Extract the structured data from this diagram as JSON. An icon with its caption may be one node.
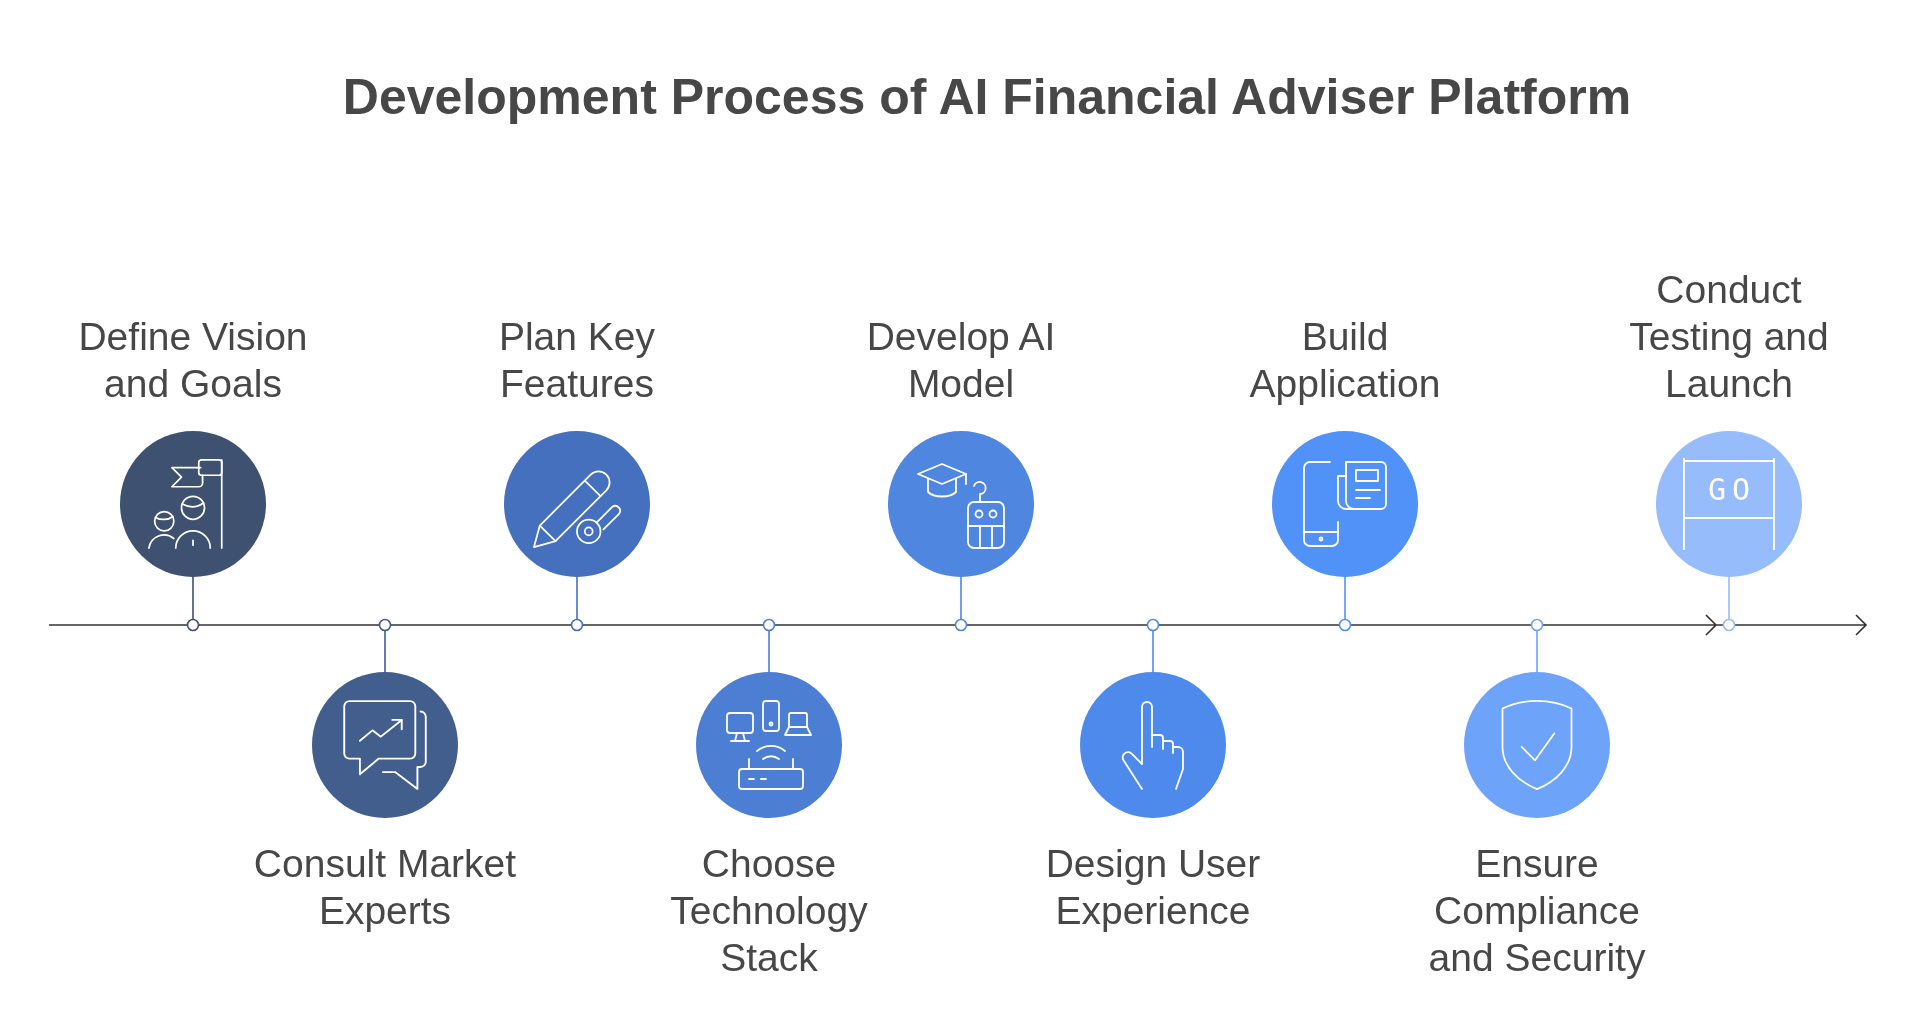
{
  "diagram": {
    "title": "Development Process of AI Financial Adviser Platform",
    "nodes": [
      {
        "text": [
          "Define Vision and Goals"
        ]
      },
      {
        "text": [
          "Consult Market Experts"
        ]
      },
      {
        "text": [
          "Plan Key Features"
        ]
      },
      {
        "text": [
          "Choose Technology Stack"
        ]
      },
      {
        "text": [
          "Develop AI Model"
        ]
      },
      {
        "text": [
          "Design User Experience"
        ]
      },
      {
        "text": [
          "Build Application"
        ]
      },
      {
        "text": [
          "Ensure Compliance and Security"
        ]
      },
      {
        "text": [
          "Conduct Testing and Launch"
        ]
      }
    ],
    "edges": [
      {
        "from": 0,
        "to": null,
        "arrow": "other",
        "color": "#3e5170"
      },
      {
        "from": 1,
        "to": null,
        "arrow": "other",
        "color": "#415e8d"
      },
      {
        "from": 2,
        "to": null,
        "arrow": "other",
        "color": "#4470be"
      },
      {
        "from": 3,
        "to": null,
        "arrow": "other",
        "color": "#4c7fd4"
      },
      {
        "from": 4,
        "to": null,
        "arrow": "other",
        "color": "#4f86e0"
      },
      {
        "from": 5,
        "to": null,
        "arrow": "other",
        "color": "#4e8aec"
      },
      {
        "from": 6,
        "to": null,
        "arrow": "other",
        "color": "#5092f8"
      },
      {
        "from": 7,
        "to": null,
        "arrow": "other",
        "color": "#6da4fa"
      },
      {
        "from": 8,
        "to": null,
        "arrow": "other",
        "color": "#97bcfc"
      }
    ],
    "labels": [
      "GO"
    ]
  }
}
